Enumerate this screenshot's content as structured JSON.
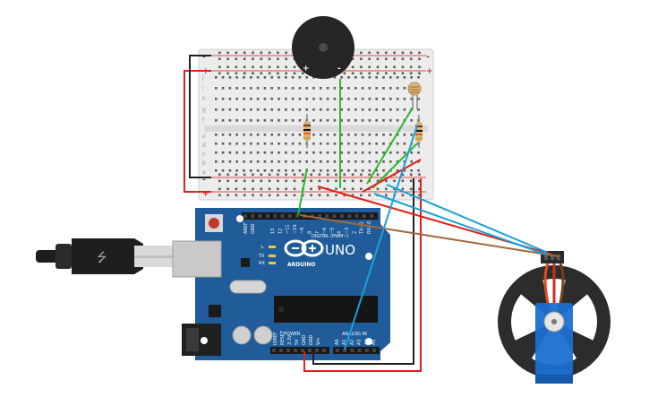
{
  "board": {
    "brand": "ARDUINO",
    "model": "UNO",
    "digital_header": "DIGITAL (PWM~)",
    "power_header": "POWER",
    "analog_header": "ANALOG IN",
    "led_labels": [
      "L",
      "TX",
      "RX"
    ],
    "pin_aref": "AREF",
    "pin_gnd": "GND",
    "digital_pins": [
      "13",
      "12",
      "~11",
      "~10",
      "~9",
      "8",
      "7",
      "~6",
      "~5",
      "4",
      "~3",
      "2",
      "TX→1",
      "RX←0"
    ],
    "power_pins": [
      "IOREF",
      "RESET",
      "3.3V",
      "5V",
      "GND",
      "GND",
      "Vin"
    ],
    "analog_pins": [
      "A0",
      "A1",
      "A2",
      "A3",
      "A4",
      "A5"
    ]
  },
  "breadboard": {
    "row_letters_top": [
      "j",
      "i",
      "h",
      "g",
      "f"
    ],
    "row_letters_bottom": [
      "e",
      "d",
      "c",
      "b",
      "a"
    ],
    "rail_plus": "+",
    "rail_minus": "-"
  },
  "buzzer": {
    "plus_label": "+",
    "minus_label": "-"
  },
  "colors": {
    "board": "#1f5c99",
    "wire_red": "#e0201b",
    "wire_black": "#222222",
    "wire_green": "#2db82d",
    "wire_blue": "#1aa0d8",
    "wire_brown": "#a0693a",
    "servo_body": "#1c6fd1"
  }
}
